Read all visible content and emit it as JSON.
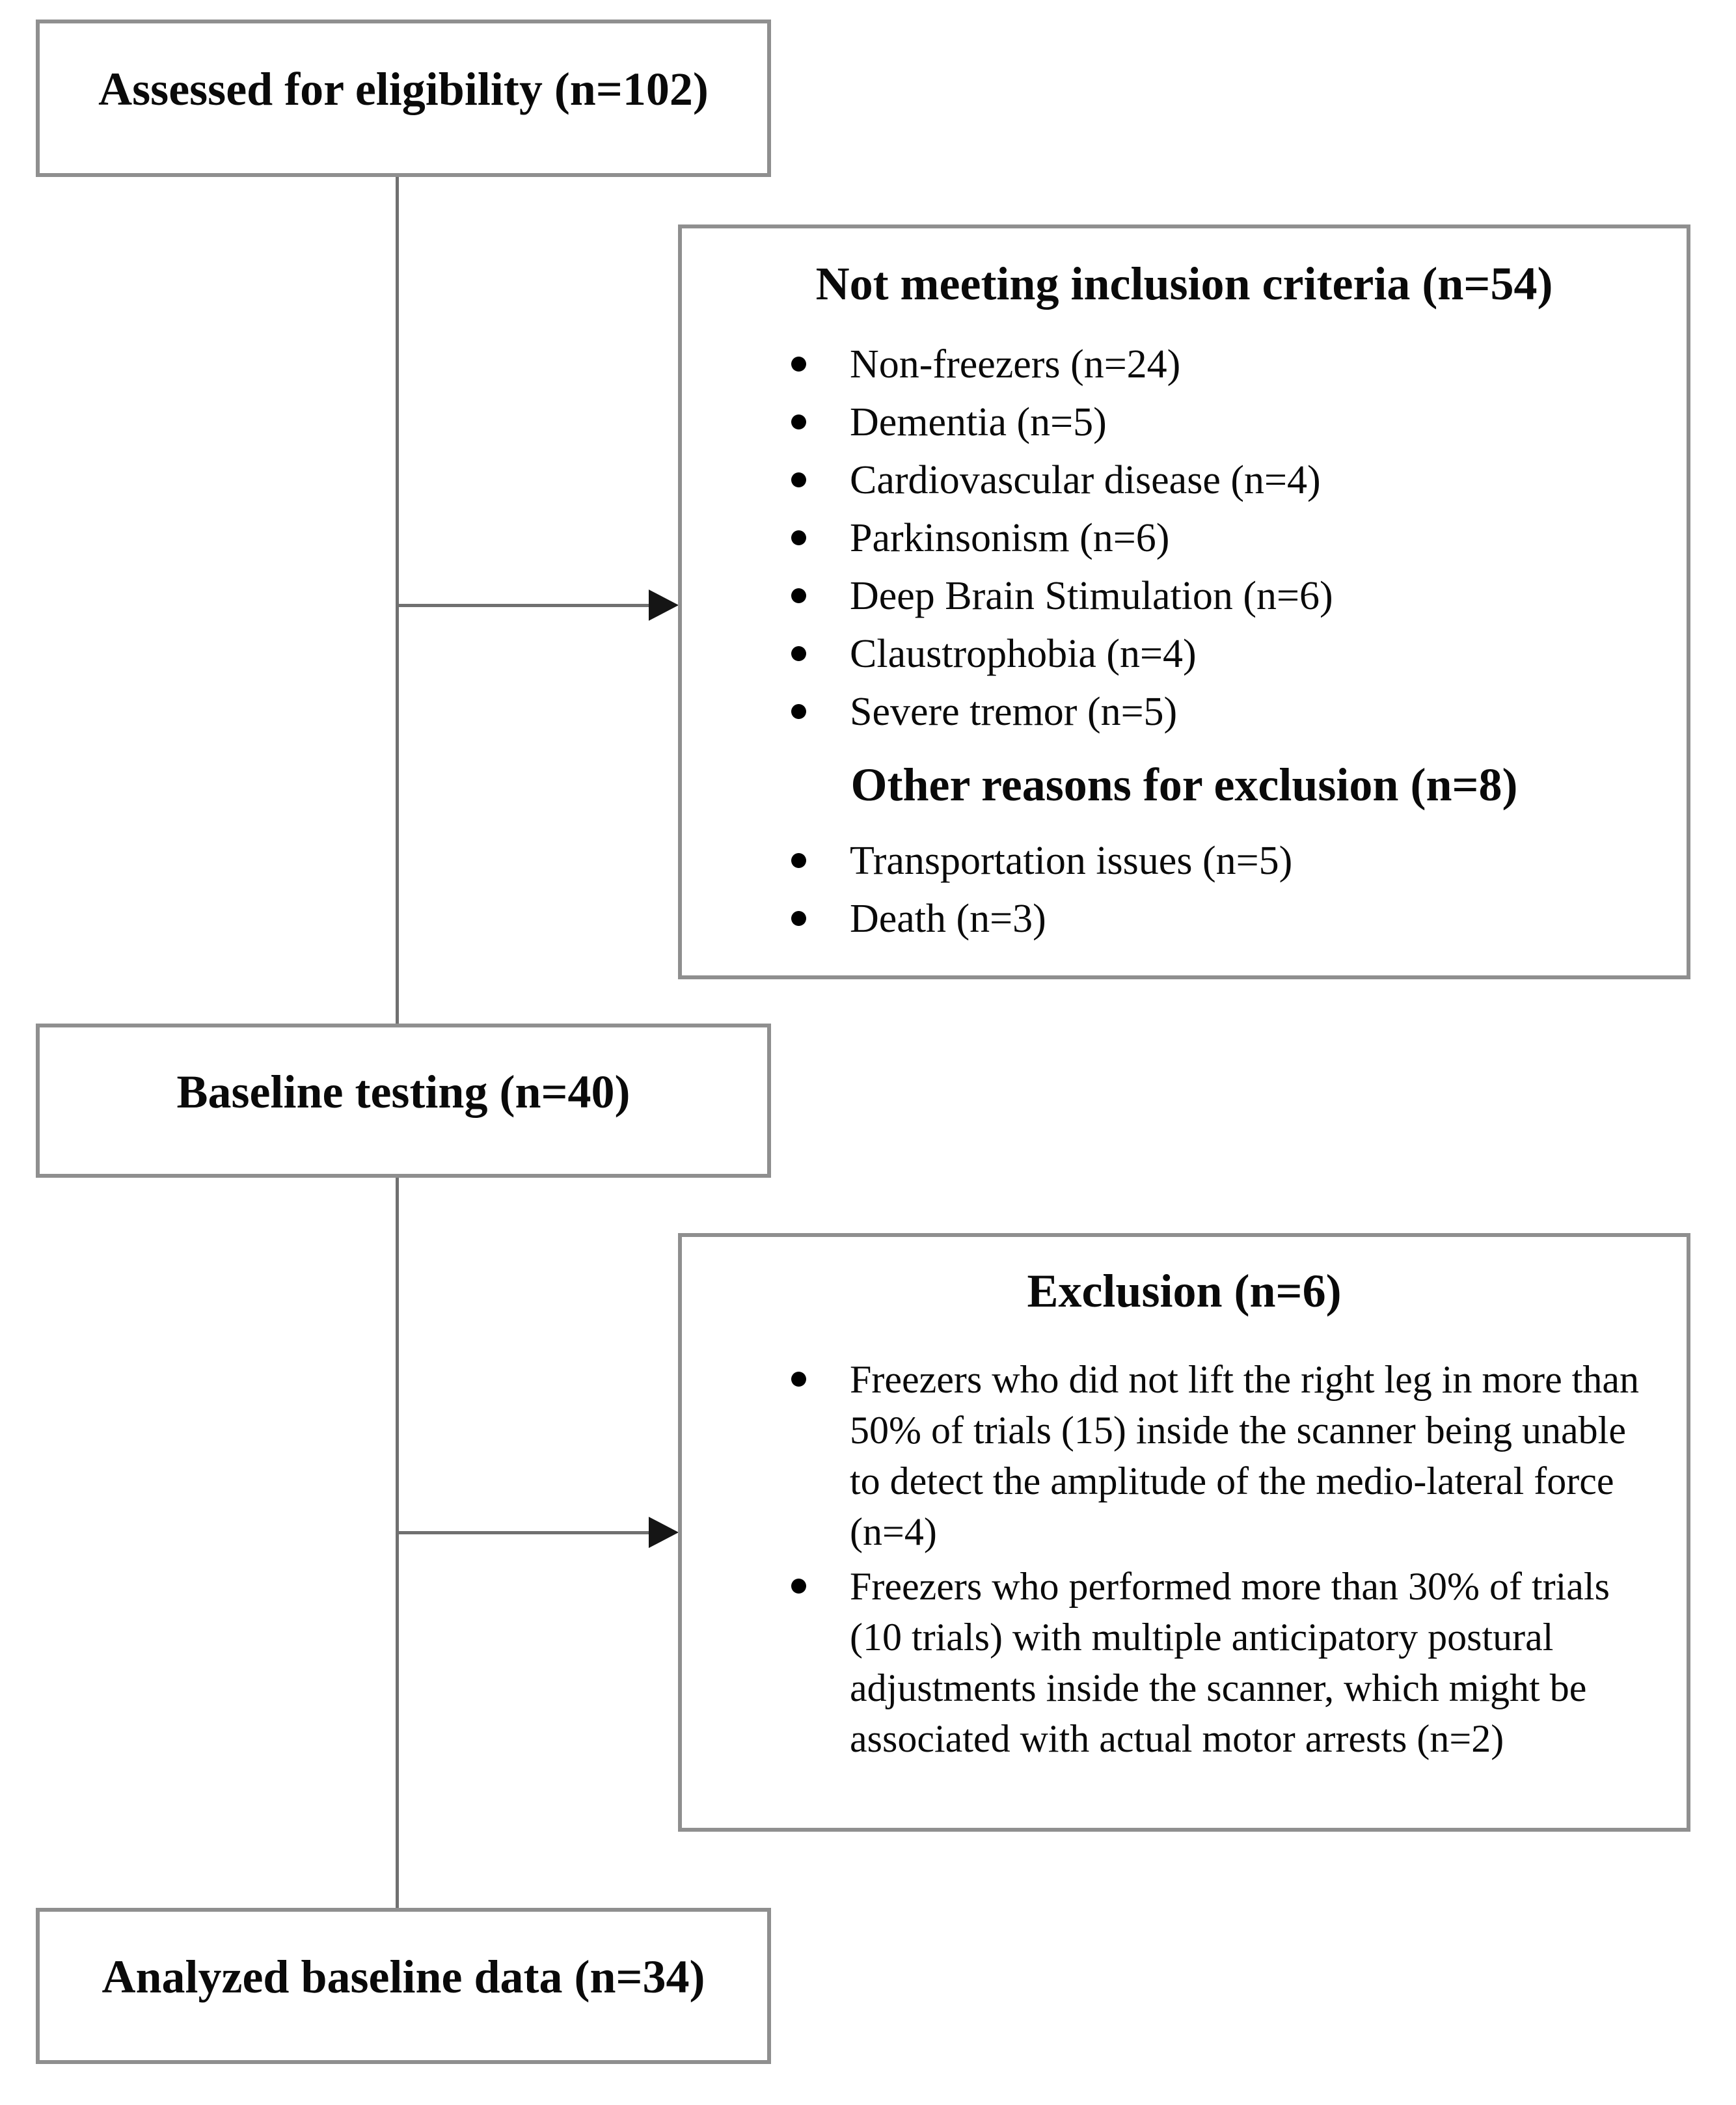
{
  "boxes": {
    "assessed": {
      "label": "Assessed for eligibility (n=102)"
    },
    "not_meeting": {
      "title": "Not meeting inclusion criteria (n=54)",
      "items": [
        "Non-freezers (n=24)",
        "Dementia (n=5)",
        "Cardiovascular disease (n=4)",
        "Parkinsonism (n=6)",
        "Deep Brain Stimulation (n=6)",
        "Claustrophobia (n=4)",
        "Severe tremor (n=5)"
      ],
      "subtitle": "Other reasons for exclusion (n=8)",
      "sub_items": [
        "Transportation issues (n=5)",
        "Death (n=3)"
      ]
    },
    "baseline": {
      "label": "Baseline testing (n=40)"
    },
    "exclusion": {
      "title": "Exclusion (n=6)",
      "items": [
        "Freezers who did not lift the right leg in more than 50% of trials (15) inside the scanner being unable to detect the amplitude of the medio-lateral force (n=4)",
        "Freezers who performed more than 30% of trials (10 trials) with multiple anticipatory postural adjustments inside the scanner, which might be associated with actual motor arrests (n=2)"
      ]
    },
    "analyzed": {
      "label": "Analyzed baseline data (n=34)"
    }
  },
  "colors": {
    "box-border": "#8f8f8f",
    "connector": "#707070",
    "arrowhead": "#151515",
    "text": "#0a0a0a",
    "background": "#ffffff"
  }
}
